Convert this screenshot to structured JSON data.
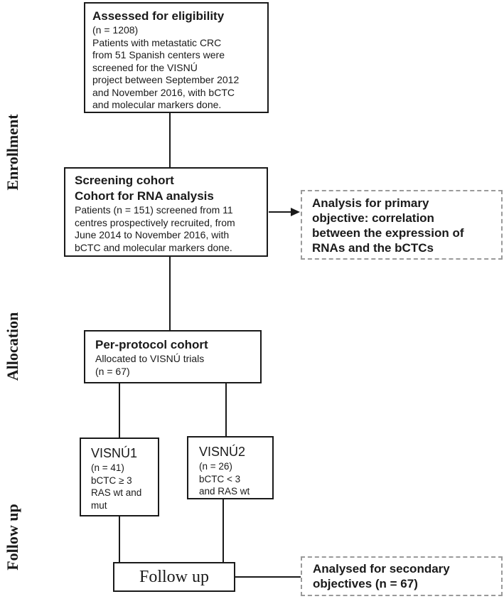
{
  "side_labels": {
    "enrollment": "Enrollment",
    "allocation": "Allocation",
    "follow_up": "Follow up"
  },
  "boxes": {
    "assessed": {
      "title": "Assessed for eligibility",
      "lines": [
        "(n = 1208)",
        "Patients with metastatic CRC",
        "from 51 Spanish centers were",
        "screened for the VISNÚ",
        "project between September 2012",
        "and November 2016, with bCTC",
        "and molecular markers done."
      ]
    },
    "screening": {
      "title_line1": "Screening cohort",
      "title_line2": "Cohort for RNA analysis",
      "lines": [
        "Patients (n = 151) screened from 11",
        "centres prospectively recruited, from",
        "June 2014 to November 2016, with",
        "bCTC and molecular markers done."
      ]
    },
    "primary_analysis": {
      "lines": [
        "Analysis for primary",
        "objective: correlation",
        "between the expression of",
        "RNAs and the bCTCs"
      ]
    },
    "per_protocol": {
      "title": "Per-protocol cohort",
      "lines": [
        "Allocated to VISNÚ trials",
        "(n = 67)"
      ]
    },
    "visnu1": {
      "title": "VISNÚ1",
      "lines": [
        "(n = 41)",
        "bCTC ≥ 3",
        "RAS wt and",
        "mut"
      ]
    },
    "visnu2": {
      "title": "VISNÚ2",
      "lines": [
        "(n = 26)",
        "bCTC < 3",
        "and RAS wt"
      ]
    },
    "follow_up": {
      "title": "Follow up"
    },
    "secondary_analysis": {
      "lines": [
        "Analysed for secondary",
        "objectives (n = 67)"
      ]
    }
  },
  "colors": {
    "line": "#1a1a1a",
    "dashed_border": "#9a9a9a",
    "text": "#1a1a1a",
    "background": "#ffffff"
  }
}
